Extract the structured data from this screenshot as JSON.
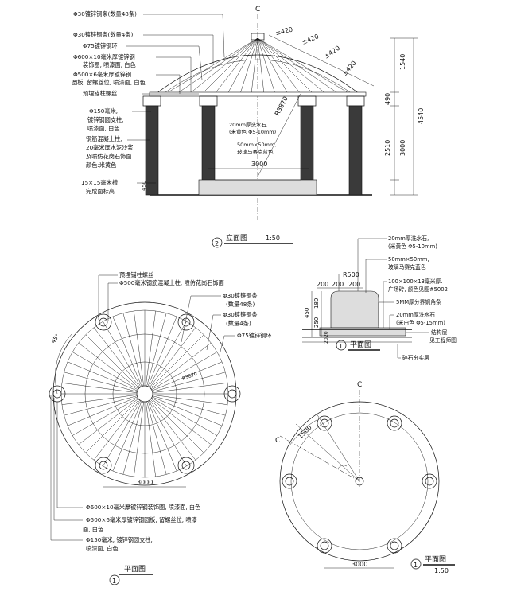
{
  "elevation": {
    "labels": [
      "Φ30镀锌钢条(数量48条)",
      "Φ30镀锌钢条(数量4条)",
      "Φ75镀锌钢环",
      "Φ600×10毫米厚镀锌钢",
      "装饰圈, 喷漆面, 白色",
      "Φ500×6毫米厚镀锌钢",
      "圆板, 留螺丝位, 喷漆面, 白色",
      "预埋锚柱螺丝",
      "Φ150毫米,",
      "镀锌钢圆支柱,",
      "喷漆面, 白色",
      "钢筋混凝土柱,",
      "20毫米厚水泥沙浆",
      "及喷仿花岗石饰面",
      "颜色:米黄色",
      "15×15毫米槽",
      "完成面标高"
    ],
    "radius_label": "R3870",
    "dims_top": [
      "±420",
      "±420",
      "±420",
      "±420"
    ],
    "dims_right": [
      "1540",
      "490",
      "3000",
      "2510",
      "4540"
    ],
    "left_dim": "450",
    "width_dim": "3000",
    "inner_notes": [
      "20mm厚洗水石,",
      "(米黄色 Φ5-10mm)",
      "50mm×50mm,",
      "玻璃马赛克蓝色"
    ],
    "title": "立面图",
    "title_number": "2",
    "scale": "1:50"
  },
  "plan_left": {
    "labels": [
      "预埋锚柱螺丝",
      "Φ500毫米钢筋混凝土柱, 喷仿花岗石饰面",
      "Φ30镀锌钢条",
      "(数量48条)",
      "Φ30镀锌钢条",
      "(数量4条)",
      "Φ75镀锌钢环"
    ],
    "bottom_labels": [
      "Φ600×10毫米厚镀锌钢装饰圈, 喷漆面, 白色",
      "Φ500×6毫米厚镀锌钢圆板, 留螺丝位, 喷漆",
      "面, 白色",
      "Φ150毫米, 镀锌钢圆支柱,",
      "喷漆面, 白色"
    ],
    "dim": "3000",
    "dim_angle": "45°",
    "radius": "R3870",
    "title": "平面图",
    "title_number": "1"
  },
  "section": {
    "labels": [
      "20mm厚洗水石,",
      "(米黄色 Φ5-10mm)",
      "50mm×50mm,",
      "玻璃马赛克蓝色",
      "100×100×13毫米厚.",
      "广场砖, 颜色见图#5002",
      "5MM厚分界铜角条",
      "20mm厚洗水石",
      "(米白色 Φ5-15mm)",
      "结构层",
      "见工程师图",
      "碎石夯实层"
    ],
    "radius": "R500",
    "dims_top": [
      "200",
      "200",
      "200"
    ],
    "dims_left": [
      "450",
      "250",
      "180",
      "20",
      "20"
    ],
    "title": "平面图",
    "title_number": "1"
  },
  "plan_right": {
    "dims": [
      "3000",
      "1500"
    ],
    "axis": "C",
    "title": "平面图",
    "title_number": "1",
    "scale": "1:50"
  }
}
